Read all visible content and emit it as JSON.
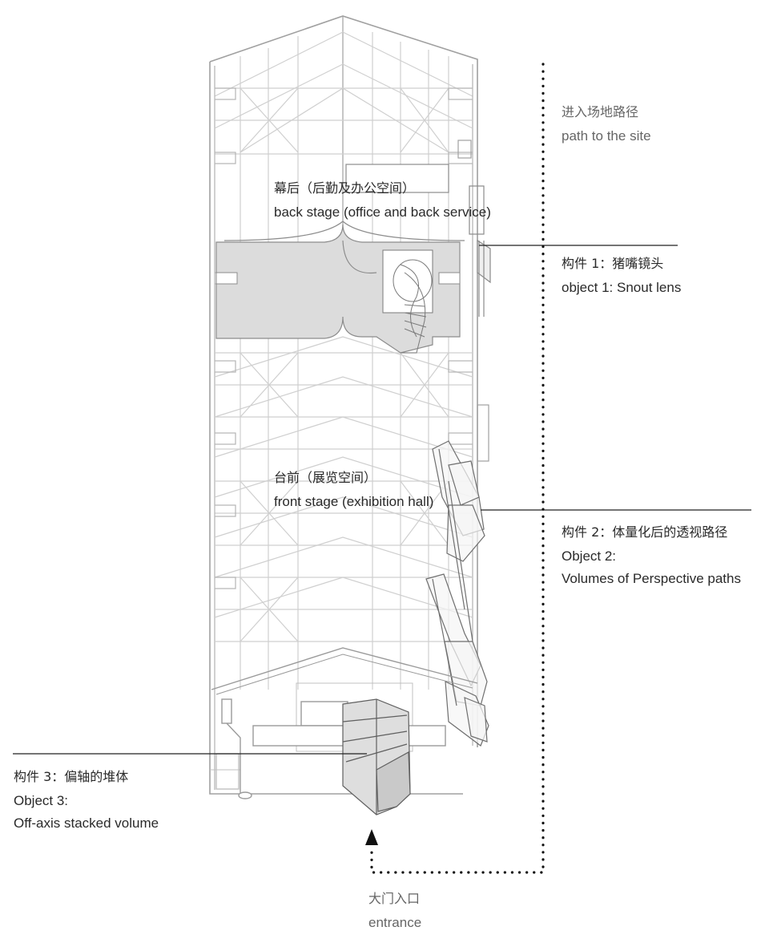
{
  "labels": {
    "path_site": {
      "zh": "进入场地路径",
      "en": "path to the site"
    },
    "back_stage": {
      "zh": "幕后（后勤及办公空间）",
      "en": "back stage (office and back service)"
    },
    "object1": {
      "zh": "构件 1：猪嘴镜头",
      "en": "object 1: Snout lens"
    },
    "front_stage": {
      "zh": "台前（展览空间）",
      "en": "front stage (exhibition hall)"
    },
    "object2": {
      "zh": "构件 2：体量化后的透视路径",
      "en1": "Object 2:",
      "en2": "Volumes of Perspective paths"
    },
    "object3": {
      "zh": "构件 3：偏轴的堆体",
      "en1": "Object 3:",
      "en2": "Off-axis stacked volume"
    },
    "entrance": {
      "zh": "大门入口",
      "en": "entrance"
    }
  },
  "colors": {
    "grid_line": "#cfcfcf",
    "outline": "#9a9a9a",
    "fill_grey": "#dcdcdc",
    "leader": "#222222"
  }
}
